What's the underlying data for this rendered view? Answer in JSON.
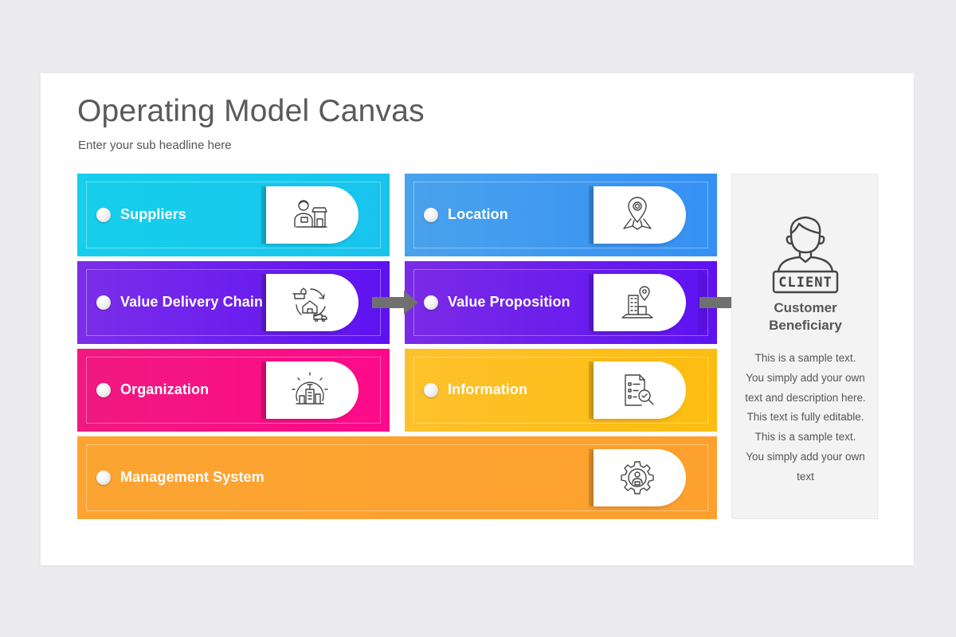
{
  "title": "Operating Model Canvas",
  "subtitle": "Enter your sub headline here",
  "blocks": {
    "suppliers": {
      "label": "Suppliers",
      "icon": "supplier-person-icon",
      "color": "#16cfec"
    },
    "location": {
      "label": "Location",
      "icon": "map-pin-icon",
      "color": "#3d96f0"
    },
    "value_delivery_chain": {
      "label": "Value Delivery Chain",
      "icon": "delivery-cycle-icon",
      "color": "#6b1ff0"
    },
    "value_proposition": {
      "label": "Value Proposition",
      "icon": "building-location-icon",
      "color": "#6b1ff0"
    },
    "organization": {
      "label": "Organization",
      "icon": "gear-building-icon",
      "color": "#f7128a"
    },
    "information": {
      "label": "Information",
      "icon": "document-search-icon",
      "color": "#fdc01e"
    },
    "management_system": {
      "label": "Management System",
      "icon": "gear-person-icon",
      "color": "#fca432"
    }
  },
  "customer": {
    "icon_text": "CLIENT",
    "heading_line1": "Customer",
    "heading_line2": "Beneficiary",
    "description_lines": [
      "This is a sample text.",
      "You simply add your own",
      "text and description here.",
      "This text is fully editable.",
      "This is a sample text.",
      "You simply add your own",
      "text"
    ]
  }
}
